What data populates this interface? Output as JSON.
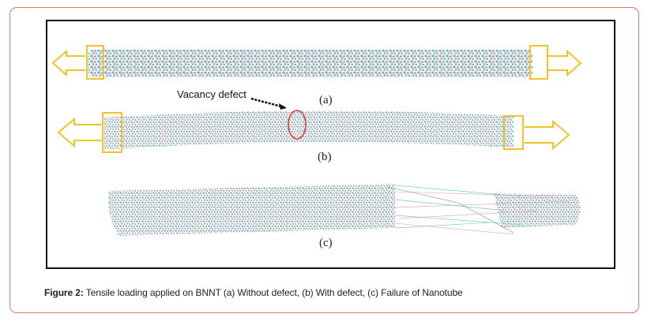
{
  "figure": {
    "labels": {
      "a": "(a)",
      "b": "(b)",
      "c": "(c)"
    },
    "annotation": "Vacancy defect",
    "colors": {
      "boron": "#5fc3c6",
      "nitrogen": "#d9a2ad",
      "clamp": "#f2c227",
      "defect": "#d9362f",
      "card_border": "#d77a6e"
    }
  },
  "caption": {
    "prefix": "Figure 2:",
    "text": " Tensile loading applied on BNNT (a) Without defect, (b) With defect, (c) Failure of Nanotube"
  }
}
